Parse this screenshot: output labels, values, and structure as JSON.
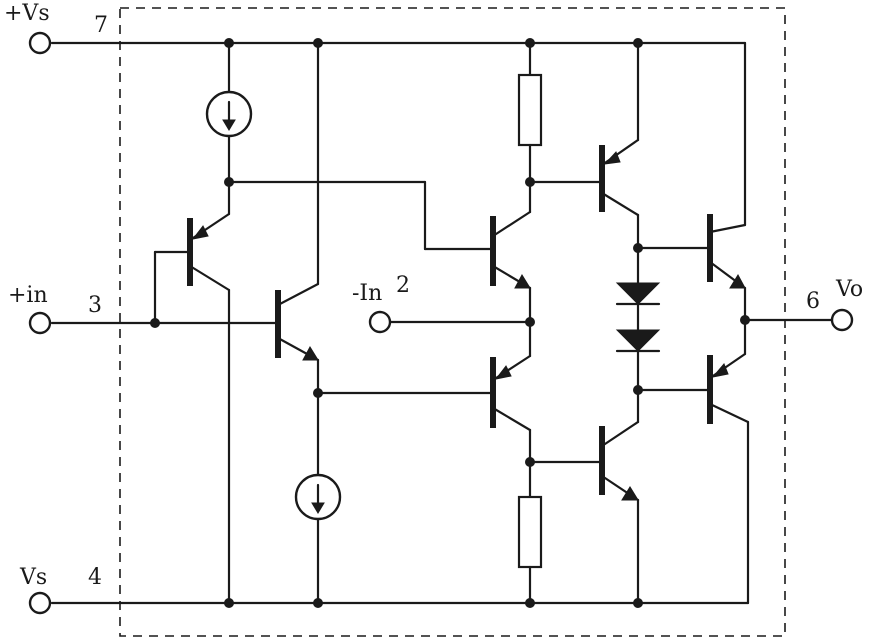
{
  "pins": {
    "vs_pos": {
      "name": "+Vs",
      "number": "7"
    },
    "in_pos": {
      "name": "+in",
      "number": "3"
    },
    "in_neg": {
      "name": "-In",
      "number": "2"
    },
    "vs_neg": {
      "name": "Vs",
      "number": "4"
    },
    "out": {
      "name": "Vo",
      "number": "6"
    }
  },
  "colors": {
    "ink": "#1a1a1a",
    "background": "#ffffff"
  }
}
